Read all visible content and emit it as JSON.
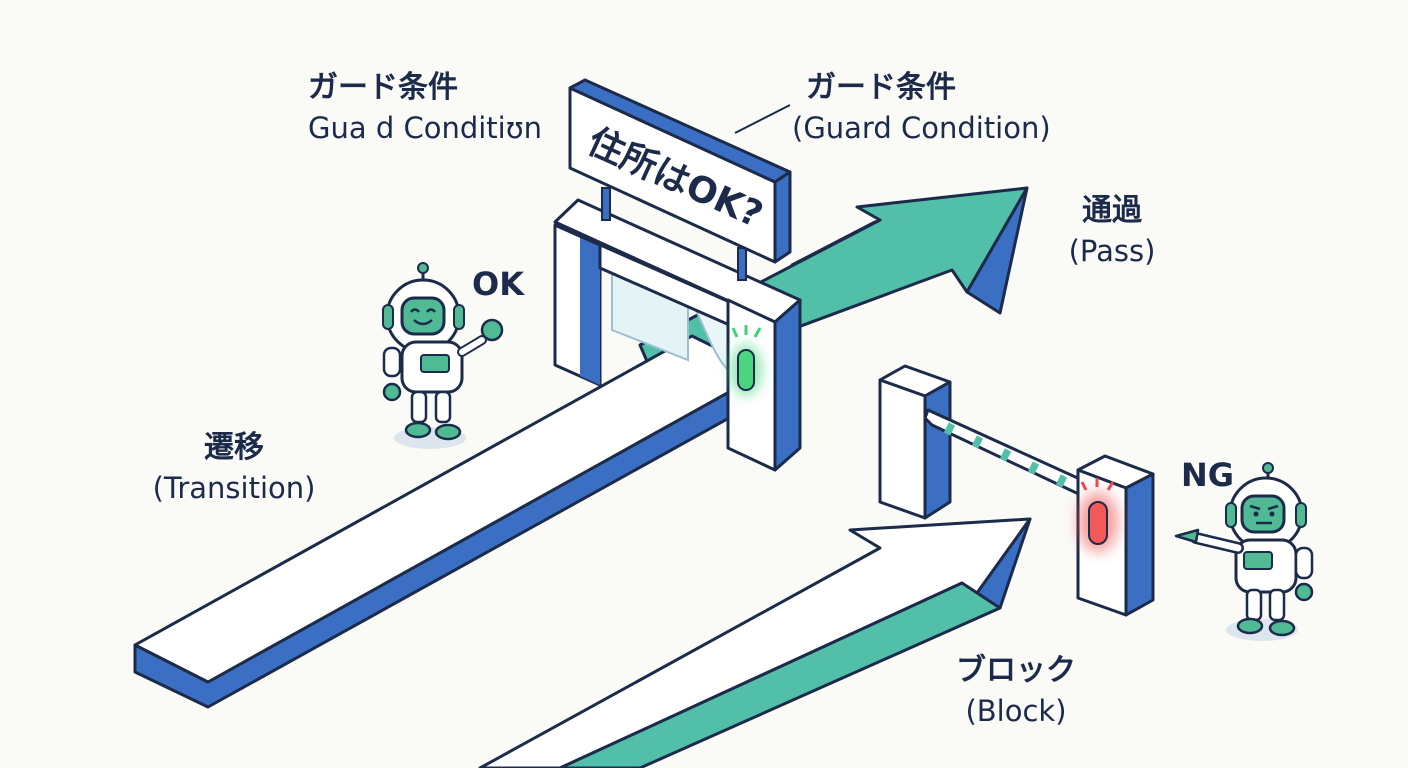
{
  "labels": {
    "guard_left": {
      "jp": "ガード条件",
      "en": "Gua d Conditiʊn"
    },
    "guard_right": {
      "jp": "ガード条件",
      "en": "(Guard Condition)"
    },
    "pass": {
      "jp": "通過",
      "en": "(Pass)"
    },
    "transition": {
      "jp": "遷移",
      "en": "(Transition)"
    },
    "block": {
      "jp": "ブロック",
      "en": "(Block)"
    },
    "ok": "OK",
    "ng": "NG"
  },
  "sign": {
    "text": "住所はOK?"
  },
  "colors": {
    "blue": "#3a6fc4",
    "teal": "#52bfa9",
    "navy": "#1c2b4a",
    "robot_green": "#4fba94",
    "signal_green": "#3fd27a",
    "signal_red": "#ee4a4a"
  }
}
